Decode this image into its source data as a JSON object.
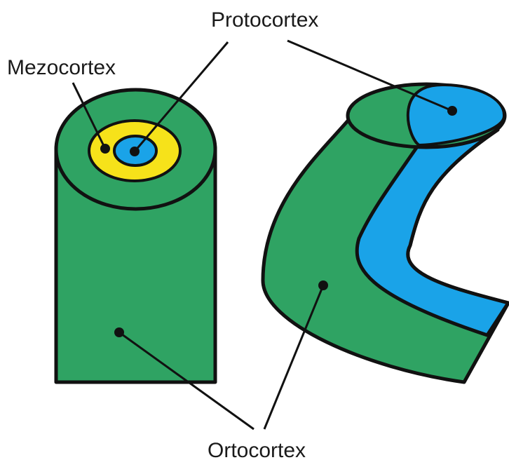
{
  "labels": {
    "protocortex": "Protocortex",
    "mezocortex": "Mezocortex",
    "ortocortex": "Ortocortex"
  },
  "colors": {
    "ortocortex": "#2fa363",
    "mezocortex": "#f6e21a",
    "protocortex": "#1aa3e8",
    "outline": "#111111"
  }
}
